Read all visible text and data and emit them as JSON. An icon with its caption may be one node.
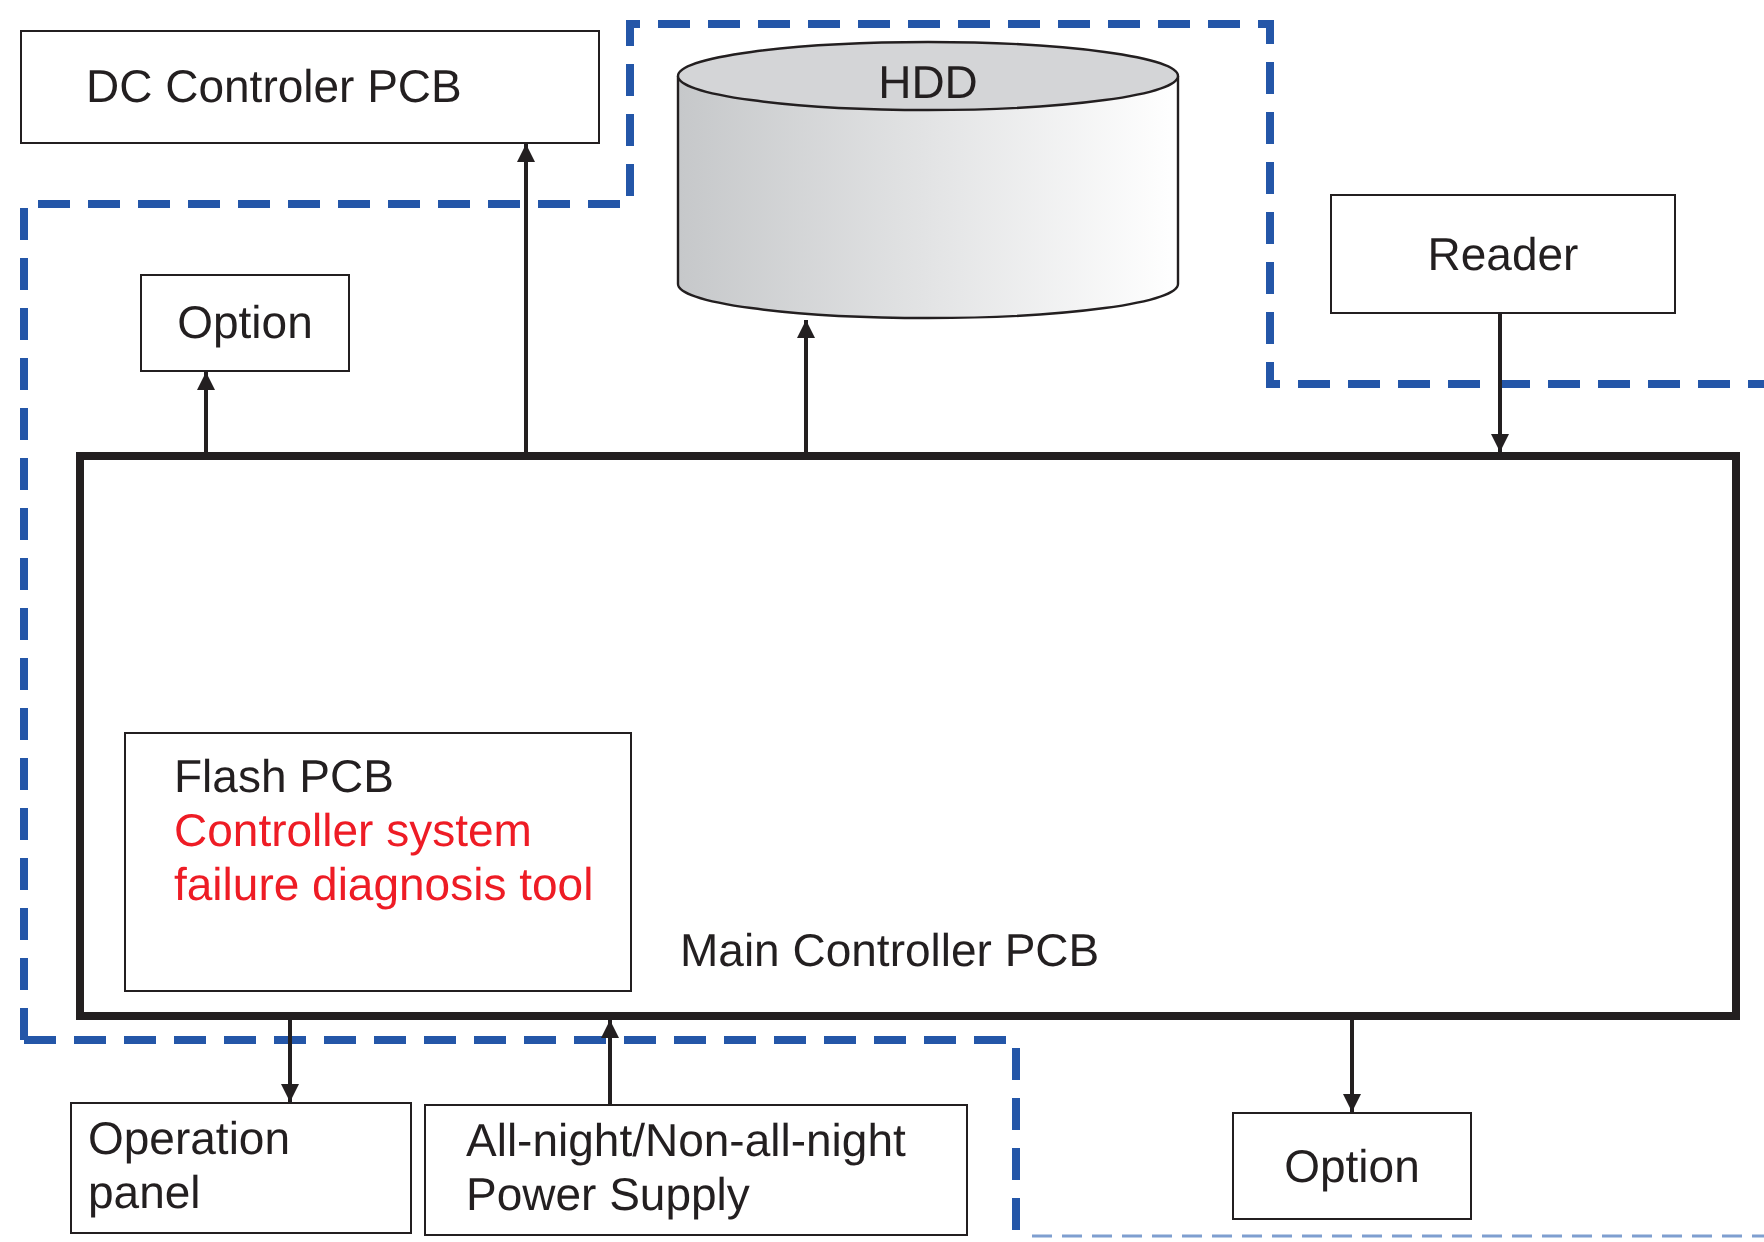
{
  "diagram": {
    "nodes": [
      {
        "text": [
          "DC Controler PCB"
        ]
      },
      {
        "text": [
          "HDD"
        ]
      },
      {
        "text": [
          "Option"
        ]
      },
      {
        "text": [
          "Reader"
        ]
      },
      {
        "text": [
          "Main Controller PCB"
        ]
      },
      {
        "text": [
          "Flash PCB",
          "Controller system failure diagnosis tool"
        ],
        "in": 4
      },
      {
        "text": [
          "Operation panel"
        ]
      },
      {
        "text": [
          "All-night/Non-all-night Power Supply"
        ]
      },
      {
        "text": [
          "Option"
        ]
      }
    ],
    "edges": [
      {
        "from": 4,
        "to": 2,
        "arrow": "to"
      },
      {
        "from": 4,
        "to": 0,
        "arrow": "to"
      },
      {
        "from": 4,
        "to": 1,
        "arrow": "to"
      },
      {
        "from": 3,
        "to": 4,
        "arrow": "to"
      },
      {
        "from": 4,
        "to": 6,
        "arrow": "to"
      },
      {
        "from": 7,
        "to": 4,
        "arrow": "to"
      },
      {
        "from": 4,
        "to": 8,
        "arrow": "to"
      }
    ]
  }
}
